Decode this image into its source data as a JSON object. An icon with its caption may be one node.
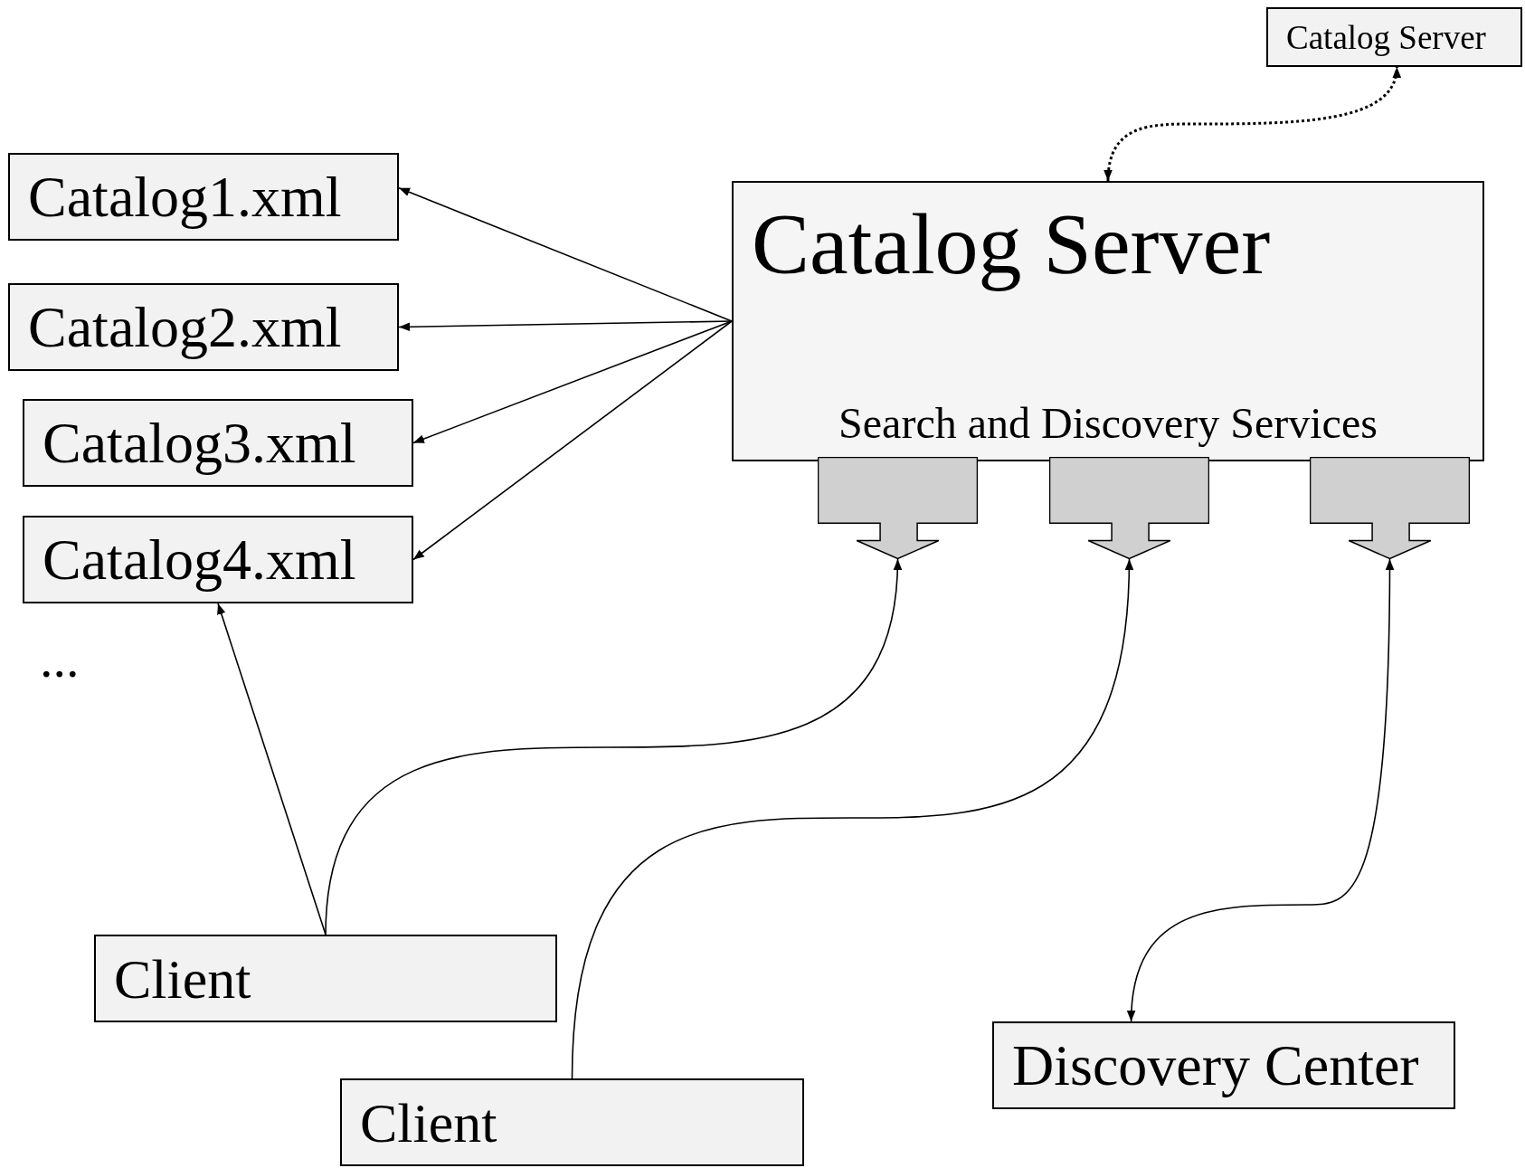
{
  "diagram": {
    "nodes": [
      {
        "text": [
          "Catalog Server"
        ]
      },
      {
        "text": [
          "Catalog Server",
          "Search and Discovery Services"
        ]
      },
      {
        "text": [
          "Catalog1.xml"
        ]
      },
      {
        "text": [
          "Catalog2.xml"
        ]
      },
      {
        "text": [
          "Catalog3.xml"
        ]
      },
      {
        "text": [
          "Catalog4.xml"
        ]
      },
      {
        "text": [],
        "shape": "arrow"
      },
      {
        "text": [],
        "shape": "arrow"
      },
      {
        "text": [],
        "shape": "arrow"
      },
      {
        "text": [
          "Client"
        ]
      },
      {
        "text": [
          "Client"
        ]
      },
      {
        "text": [
          "Discovery Center"
        ]
      }
    ],
    "edges": [
      {
        "from": 1,
        "to": 0,
        "arrow": "both",
        "style": "dashed"
      },
      {
        "from": 1,
        "to": 2,
        "arrow": "to"
      },
      {
        "from": 1,
        "to": 3,
        "arrow": "to"
      },
      {
        "from": 1,
        "to": 4,
        "arrow": "to"
      },
      {
        "from": 1,
        "to": 5,
        "arrow": "to"
      },
      {
        "from": 9,
        "to": 5,
        "arrow": "to"
      },
      {
        "from": 9,
        "to": 6,
        "arrow": "to"
      },
      {
        "from": 10,
        "to": 7,
        "arrow": "to"
      },
      {
        "from": 11,
        "to": 8,
        "arrow": "both"
      }
    ],
    "labels": [
      "..."
    ]
  }
}
